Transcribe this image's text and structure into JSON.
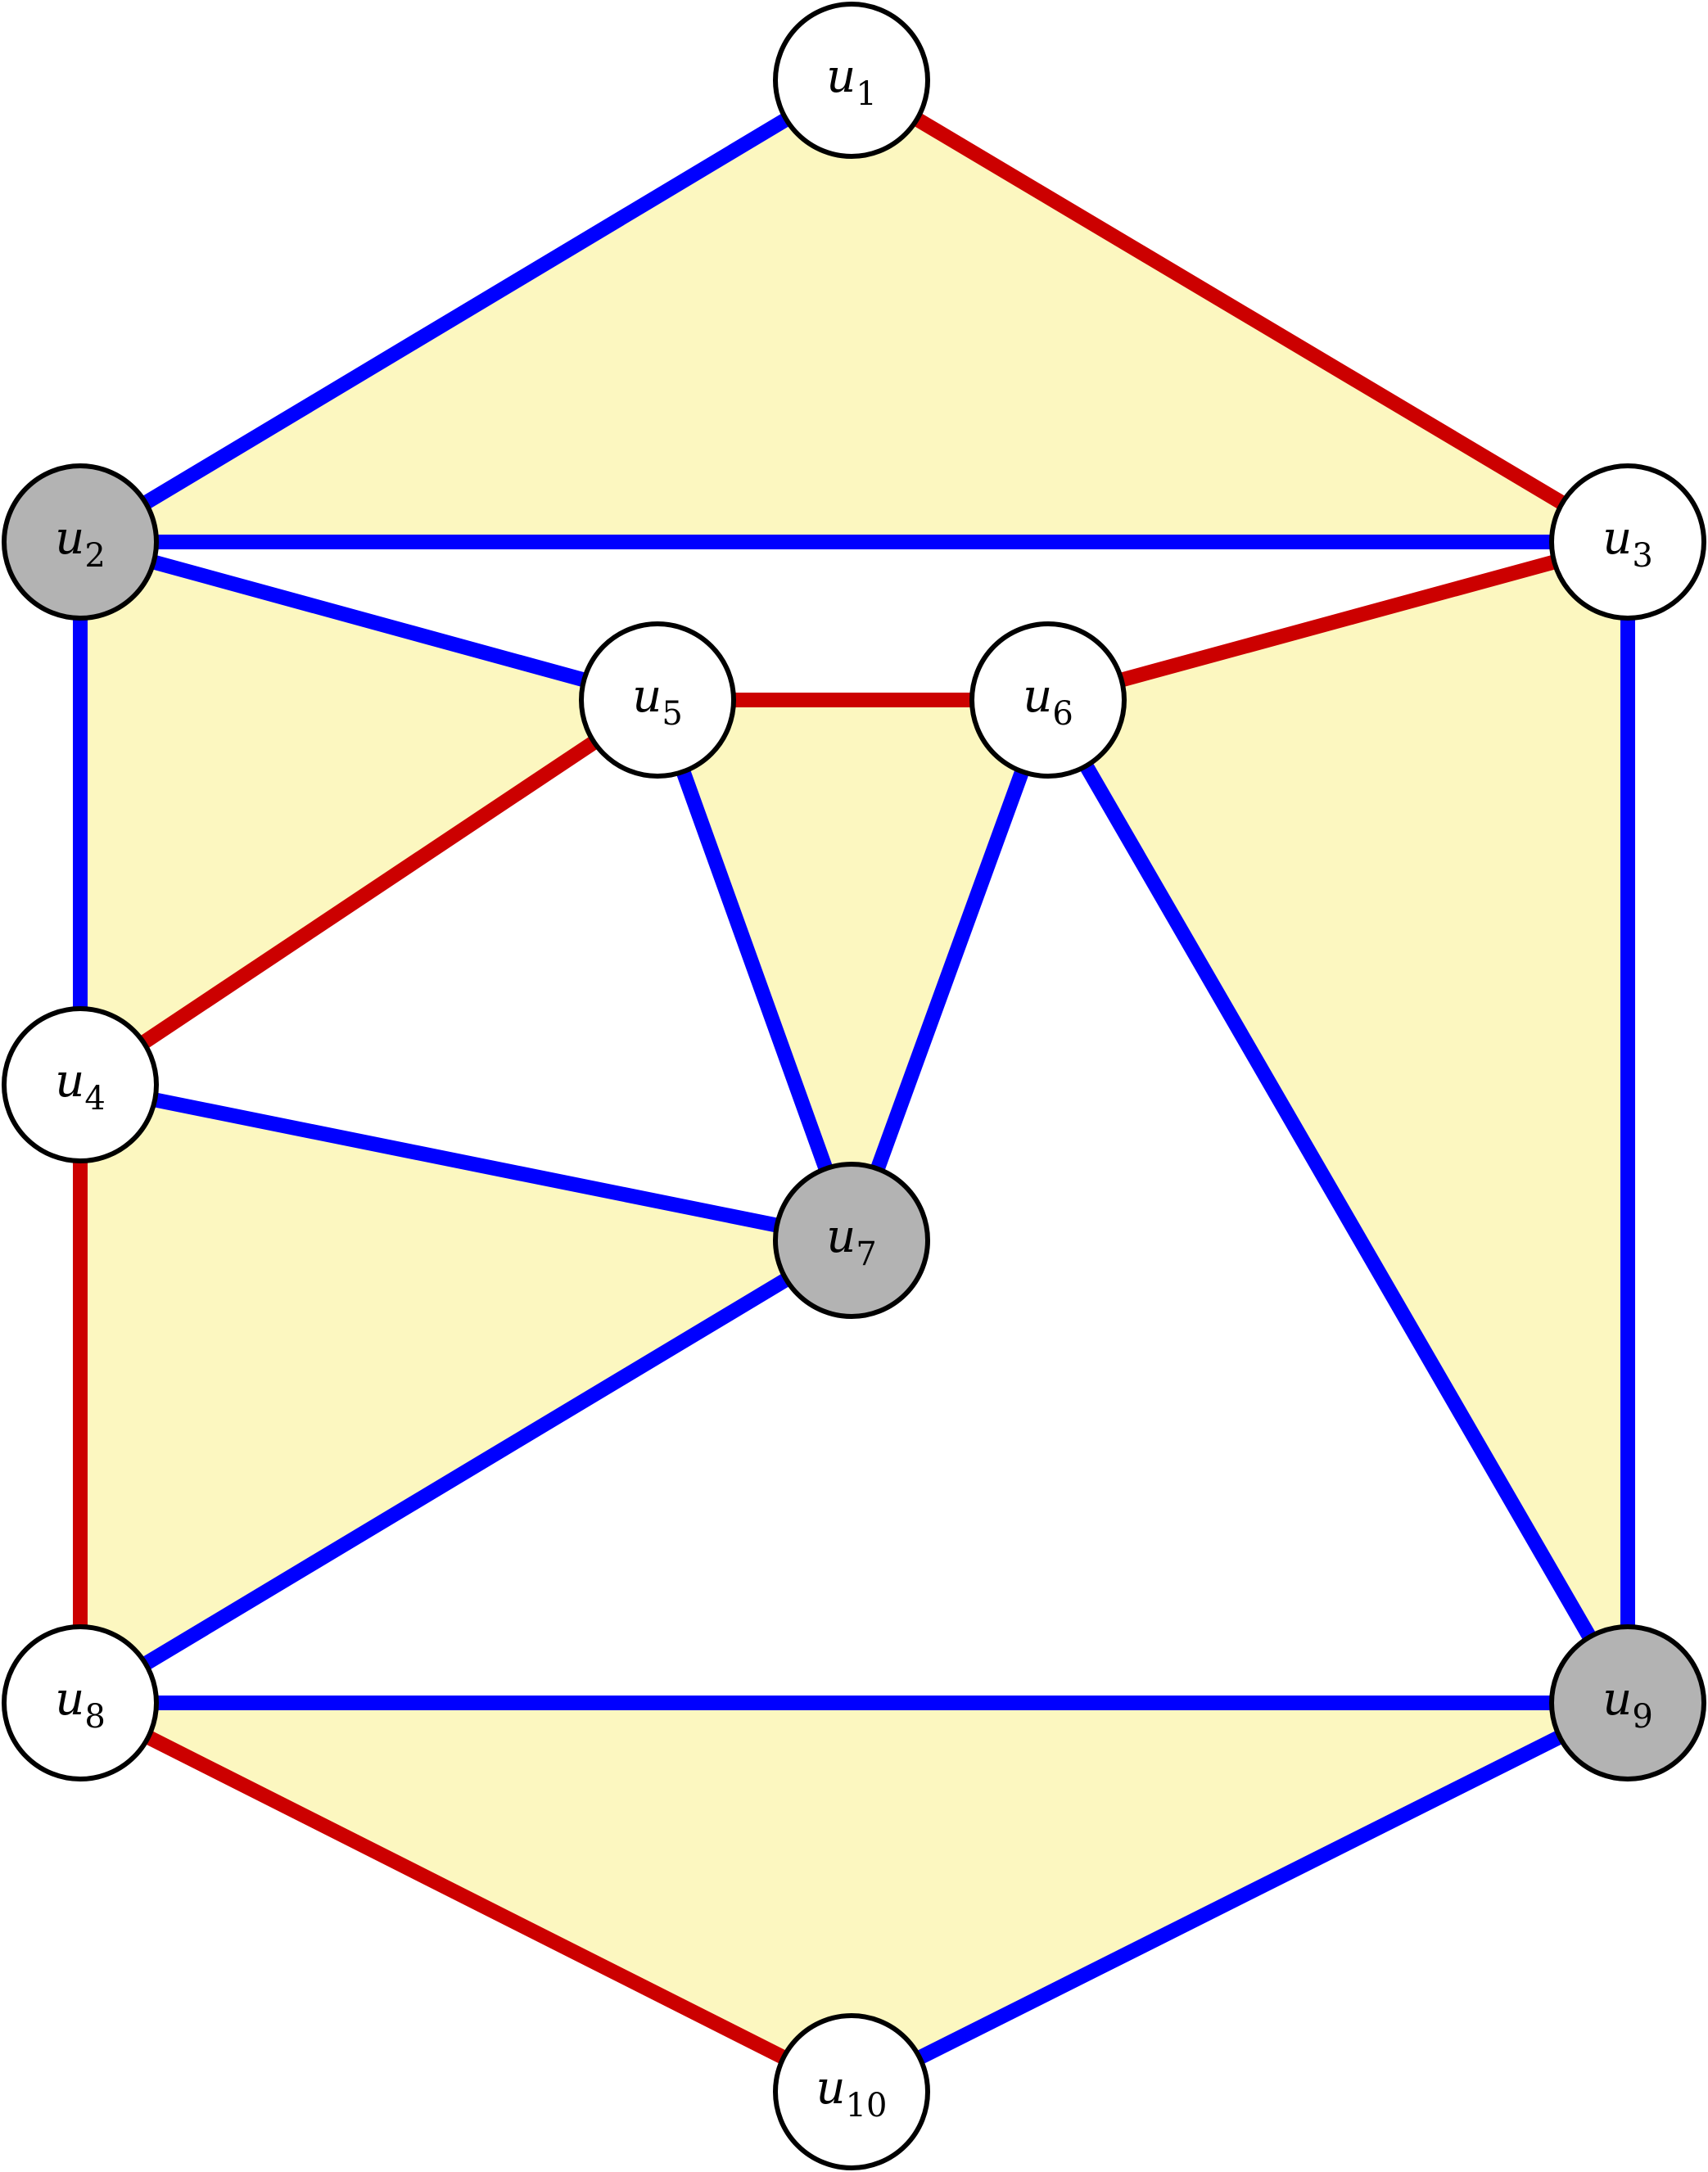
{
  "colors": {
    "background": "#ffffff",
    "face_fill": "#fcf7c0",
    "blue_edge": "#0000ff",
    "red_edge": "#cc0000",
    "node_white": "#ffffff",
    "node_gray": "#b3b3b3",
    "node_stroke": "#000000"
  },
  "nodes": [
    {
      "id": "u1",
      "base": "u",
      "sub": "1",
      "fill": "white"
    },
    {
      "id": "u2",
      "base": "u",
      "sub": "2",
      "fill": "gray"
    },
    {
      "id": "u3",
      "base": "u",
      "sub": "3",
      "fill": "white"
    },
    {
      "id": "u4",
      "base": "u",
      "sub": "4",
      "fill": "white"
    },
    {
      "id": "u5",
      "base": "u",
      "sub": "5",
      "fill": "white"
    },
    {
      "id": "u6",
      "base": "u",
      "sub": "6",
      "fill": "white"
    },
    {
      "id": "u7",
      "base": "u",
      "sub": "7",
      "fill": "gray"
    },
    {
      "id": "u8",
      "base": "u",
      "sub": "8",
      "fill": "white"
    },
    {
      "id": "u9",
      "base": "u",
      "sub": "9",
      "fill": "gray"
    },
    {
      "id": "u10",
      "base": "u",
      "sub": "10",
      "fill": "white"
    }
  ],
  "edges": [
    {
      "from": "u1",
      "to": "u2",
      "color": "blue"
    },
    {
      "from": "u1",
      "to": "u3",
      "color": "red"
    },
    {
      "from": "u2",
      "to": "u3",
      "color": "blue"
    },
    {
      "from": "u2",
      "to": "u5",
      "color": "blue"
    },
    {
      "from": "u2",
      "to": "u4",
      "color": "blue"
    },
    {
      "from": "u3",
      "to": "u6",
      "color": "red"
    },
    {
      "from": "u3",
      "to": "u9",
      "color": "blue"
    },
    {
      "from": "u5",
      "to": "u6",
      "color": "red"
    },
    {
      "from": "u5",
      "to": "u4",
      "color": "red"
    },
    {
      "from": "u5",
      "to": "u7",
      "color": "blue"
    },
    {
      "from": "u6",
      "to": "u7",
      "color": "blue"
    },
    {
      "from": "u6",
      "to": "u9",
      "color": "blue"
    },
    {
      "from": "u4",
      "to": "u7",
      "color": "blue"
    },
    {
      "from": "u4",
      "to": "u8",
      "color": "red"
    },
    {
      "from": "u7",
      "to": "u8",
      "color": "blue"
    },
    {
      "from": "u8",
      "to": "u9",
      "color": "blue"
    },
    {
      "from": "u8",
      "to": "u10",
      "color": "red"
    },
    {
      "from": "u9",
      "to": "u10",
      "color": "blue"
    }
  ],
  "shaded_faces": [
    [
      "u1",
      "u2",
      "u3"
    ],
    [
      "u2",
      "u5",
      "u4"
    ],
    [
      "u5",
      "u6",
      "u7"
    ],
    [
      "u3",
      "u6",
      "u9"
    ],
    [
      "u4",
      "u7",
      "u8"
    ],
    [
      "u8",
      "u9",
      "u10"
    ]
  ]
}
